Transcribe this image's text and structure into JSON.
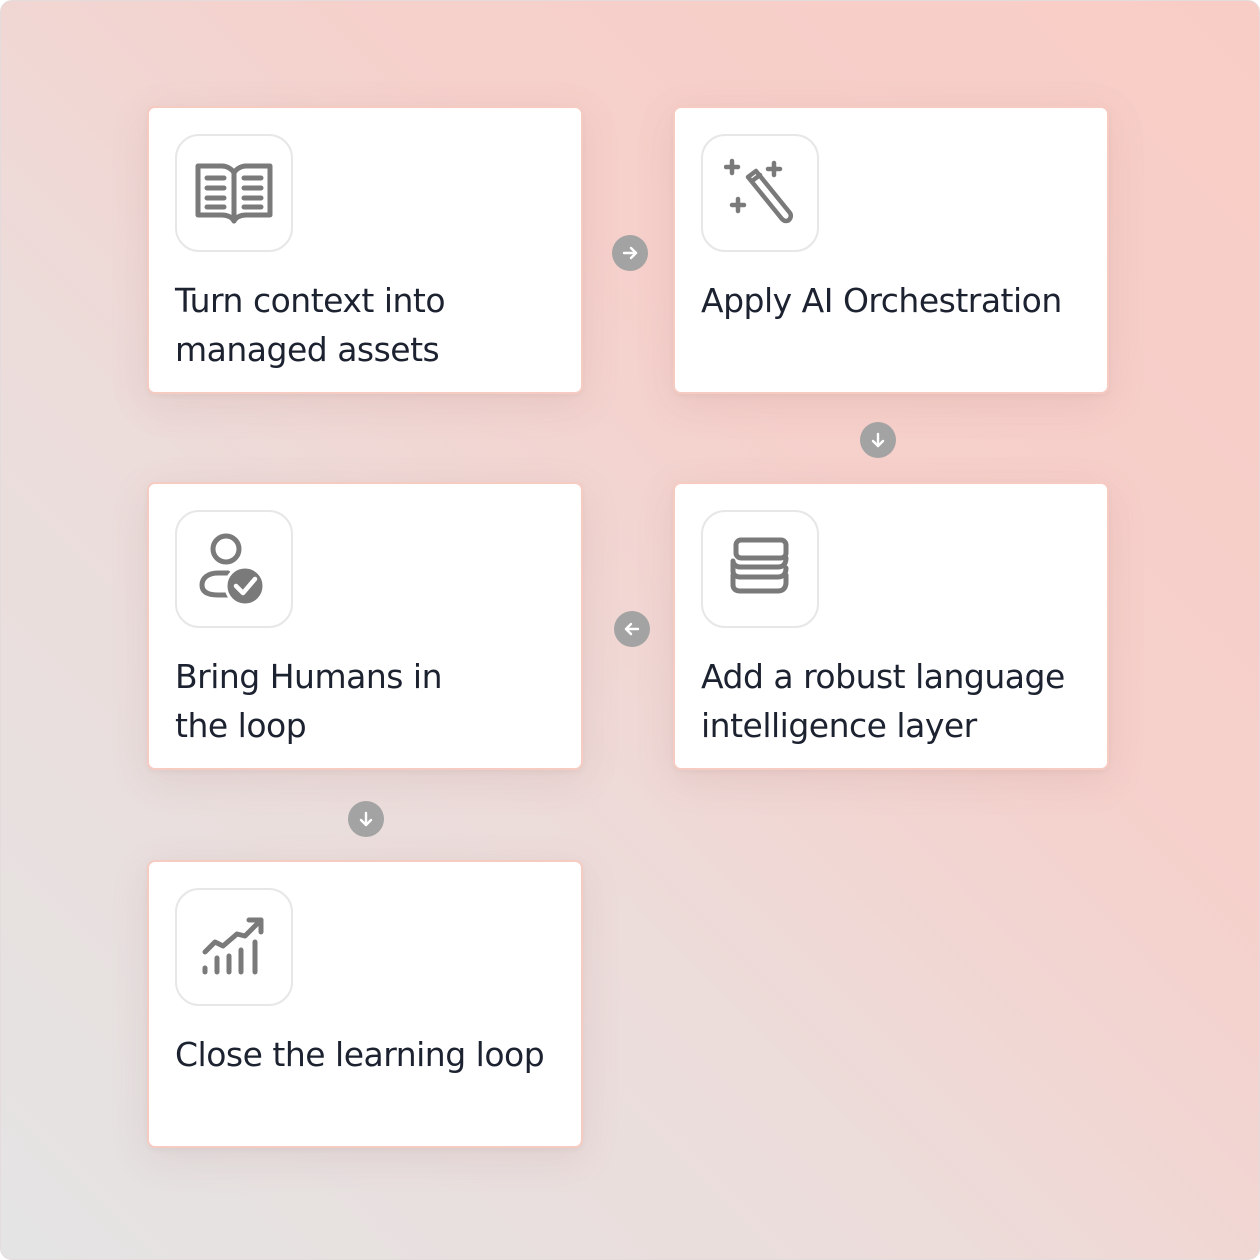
{
  "steps": [
    {
      "label": "Turn context into managed assets",
      "icon": "book-icon"
    },
    {
      "label": "Apply AI Orchestration",
      "icon": "magic-wand-icon"
    },
    {
      "label": "Add a robust language intelligence layer",
      "icon": "layers-stack-icon"
    },
    {
      "label": "Bring Humans in the loop",
      "icon": "user-check-icon"
    },
    {
      "label": "Close the learning loop",
      "icon": "growth-chart-icon"
    }
  ],
  "connectors": [
    {
      "direction": "right",
      "icon": "arrow-right-icon"
    },
    {
      "direction": "down",
      "icon": "arrow-down-icon"
    },
    {
      "direction": "left",
      "icon": "arrow-left-icon"
    },
    {
      "direction": "down",
      "icon": "arrow-down-icon"
    }
  ],
  "colors": {
    "background_top_right": "#f8cdc6",
    "background_bottom_left": "#e4e4e4",
    "card_border": "#f6cbc2",
    "icon_stroke": "#7a7a7a",
    "connector_fill": "#a3a3a3",
    "text": "#1c2230"
  }
}
